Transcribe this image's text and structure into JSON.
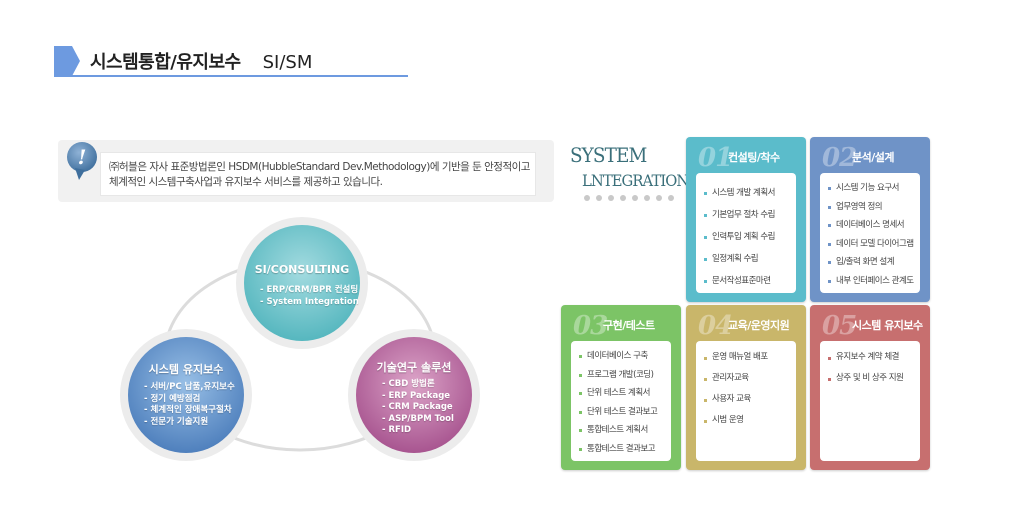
{
  "header": {
    "title": "시스템통합/유지보수",
    "subtitle": "SI/SM",
    "accent_color": "#6d9ae0"
  },
  "intro": {
    "icon": "exclamation-bubble-icon",
    "text": "㈜허블은 자사 표준방법론인 HSDM(HubbleStandard Dev.Methodology)에 기반을 둔 안정적이고 체계적인 시스템구축사업과 유지보수 서비스를 제공하고 있습니다."
  },
  "diagram": {
    "top": {
      "title": "SI/CONSULTING",
      "items": [
        "- ERP/CRM/BPR 컨설팅",
        "- System Integration"
      ],
      "color": "#5bbfc4"
    },
    "left": {
      "title": "시스템 유지보수",
      "items": [
        "- 서버/PC 납품,유지보수",
        "- 정기 예방점검",
        "- 체계적인 장애복구절차",
        "- 전문가 기술지원"
      ],
      "color": "#5c8fc9"
    },
    "right": {
      "title": "기술연구 솔루션",
      "items": [
        "- CBD 방법론",
        "- ERP Package",
        "- CRM Package",
        "- ASP/BPM Tool",
        "- RFID"
      ],
      "color": "#b968a0"
    }
  },
  "si_title": {
    "line1": "SYSTEM",
    "line2": "LNTEGRATION"
  },
  "cards": [
    {
      "num": "01",
      "title": "컨설팅/착수",
      "color": "#5bbccb",
      "items": [
        "시스템 개발 계획서",
        "기본업무 절차 수립",
        "인력투입 계획 수립",
        "일정계획 수립",
        "문서작성표준마련"
      ]
    },
    {
      "num": "02",
      "title": "분석/설계",
      "color": "#6f93c7",
      "items": [
        "시스템 기능 요구서",
        "업무영역 정의",
        "데이터베이스 명세서",
        "데이터 모델 다이어그램",
        "입/출력 화면 설계",
        "내부 인터페이스 관계도"
      ]
    },
    {
      "num": "03",
      "title": "구현/테스트",
      "color": "#7cc466",
      "items": [
        "데이터베이스 구축",
        "프로그램 개발(코딩)",
        "단위 테스트 계획서",
        "단위 테스트 결과보고",
        "통합테스트 계획서",
        "통합테스트 결과보고"
      ]
    },
    {
      "num": "04",
      "title": "교육/운영지원",
      "color": "#c9b66a",
      "items": [
        "운영 매뉴얼 배포",
        "관리자교육",
        "사용자 교육",
        "시범 운영"
      ]
    },
    {
      "num": "05",
      "title": "시스템 유지보수",
      "color": "#c76f6f",
      "items": [
        "유지보수 계약 체결",
        "상주 및 비 상주 지원"
      ]
    }
  ]
}
